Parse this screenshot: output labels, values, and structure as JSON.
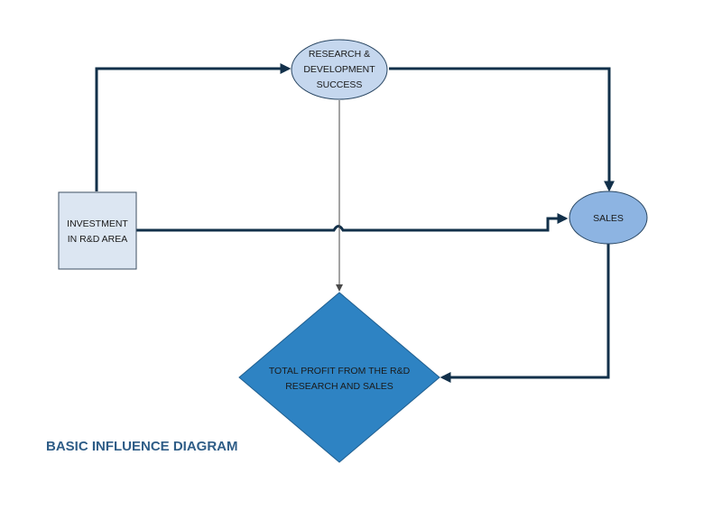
{
  "nodes": {
    "research": {
      "lines": [
        "RESEARCH &",
        "DEVELOPMENT",
        "SUCCESS"
      ]
    },
    "investment": {
      "lines": [
        "INVESTMENT",
        "IN R&D AREA"
      ]
    },
    "sales": {
      "lines": [
        "SALES"
      ]
    },
    "profit": {
      "lines": [
        "TOTAL PROFIT FROM THE R&D",
        "RESEARCH AND SALES"
      ]
    }
  },
  "title": "BASIC INFLUENCE DIAGRAM",
  "colors": {
    "connector": "#12304a",
    "research_fill": "#c5d7ee",
    "investment_fill": "#dce6f2",
    "sales_fill": "#8db4e2",
    "profit_fill": "#2e83c3",
    "title": "#2f5d87"
  }
}
